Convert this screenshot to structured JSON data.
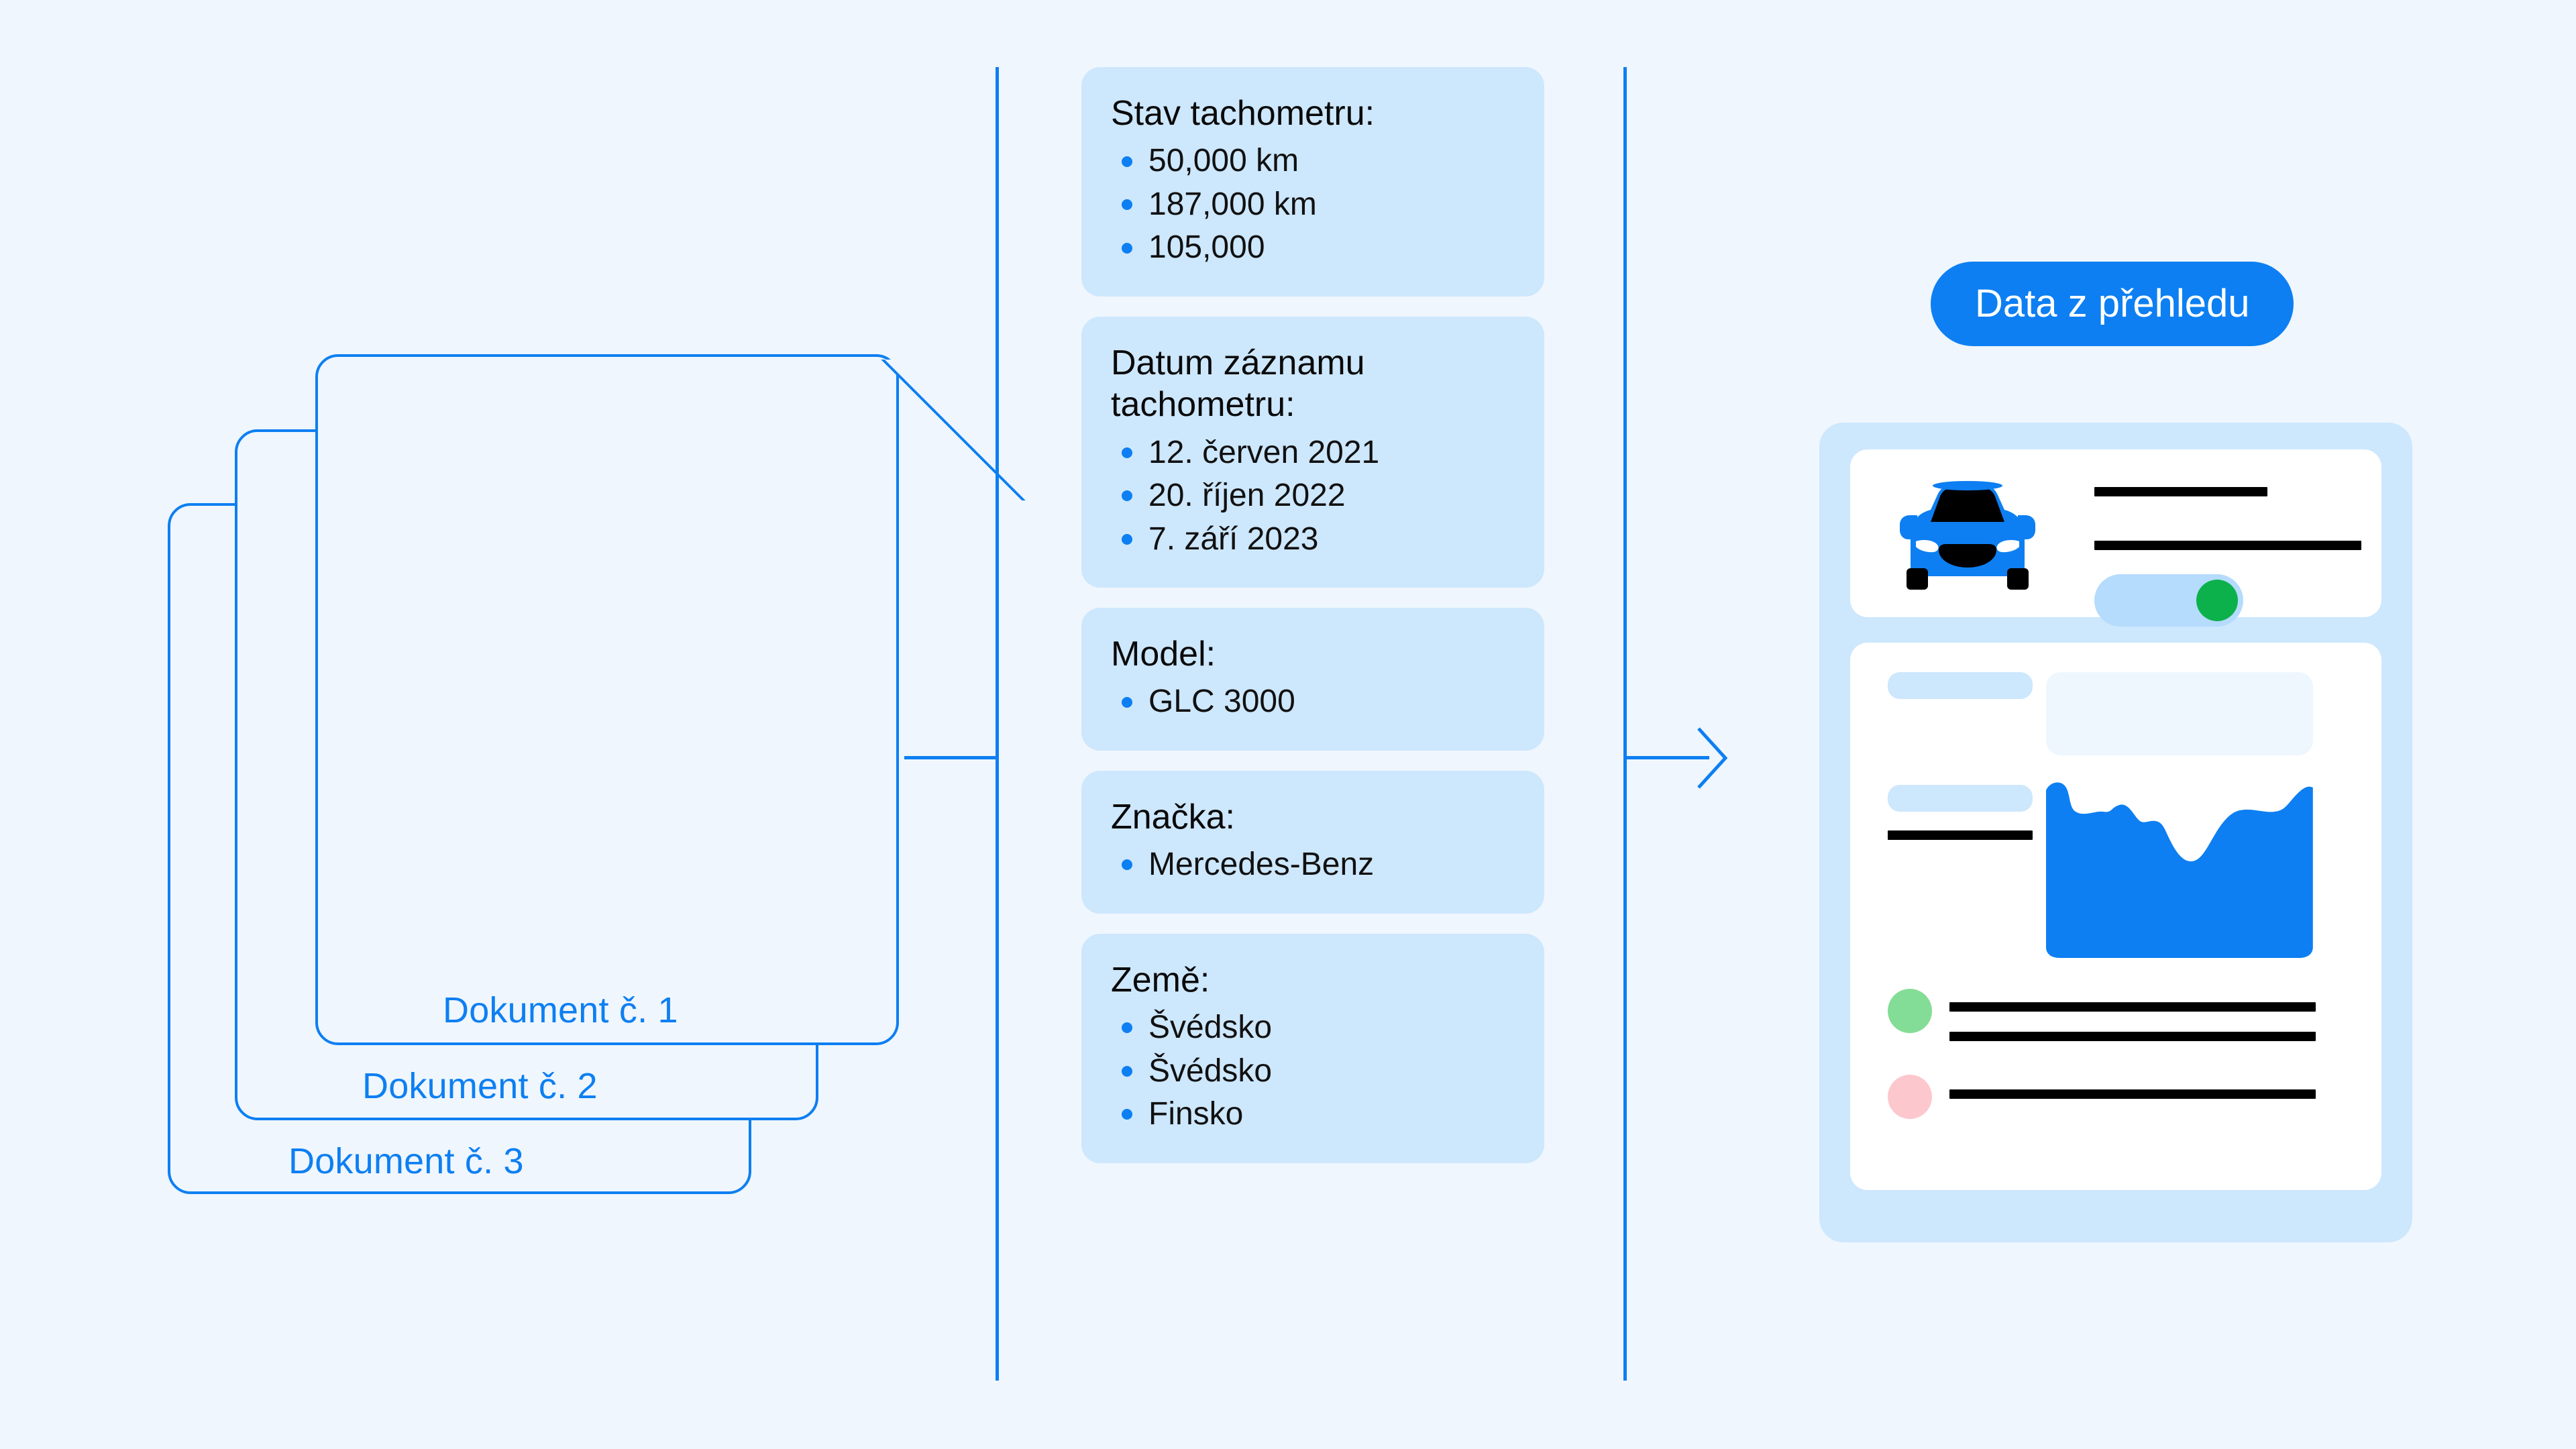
{
  "colors": {
    "background": "#eff6fd",
    "accent_blue": "#0d7ff2",
    "card_blue": "#cde7fd",
    "toggle_green": "#0cb14b",
    "dot_green": "#84dd96",
    "dot_pink": "#fcc7cd",
    "white": "#ffffff",
    "black": "#000000"
  },
  "documents": {
    "items": [
      {
        "label": "Dokument č. 1"
      },
      {
        "label": "Dokument č. 2"
      },
      {
        "label": "Dokument č. 3"
      }
    ]
  },
  "fields": [
    {
      "title": "Stav tachometru:",
      "values": [
        "50,000 km",
        "187,000 km",
        "105,000"
      ]
    },
    {
      "title": "Datum záznamu tachometru:",
      "values": [
        "12. červen 2021",
        "20. říjen 2022",
        "7. září 2023"
      ]
    },
    {
      "title": "Model:",
      "values": [
        "GLC 3000"
      ]
    },
    {
      "title": "Značka:",
      "values": [
        "Mercedes-Benz"
      ]
    },
    {
      "title": "Země:",
      "values": [
        "Švédsko",
        "Švédsko",
        "Finsko"
      ]
    }
  ],
  "overview": {
    "pill_label": "Data z přehledu",
    "vehicle_card": {
      "icon": "car-front-icon",
      "toggle_state": "on"
    },
    "report_card": {
      "chart": {
        "type": "area",
        "color": "#0d7ff2"
      },
      "status_dots": [
        "green",
        "pink"
      ]
    }
  }
}
